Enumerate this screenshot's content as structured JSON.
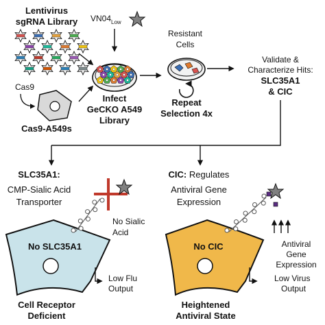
{
  "top": {
    "lentivirus_line1": "Lentivirus",
    "lentivirus_line2": "sgRNA Library",
    "cas9": "Cas9",
    "cas9_cells": "Cas9-A549s",
    "virus_prefix": "VN04",
    "virus_subscript": "Low",
    "infect_line1": "Infect",
    "infect_line2": "GeCKO A549",
    "infect_line3": "Library",
    "resistant_line1": "Resistant",
    "resistant_line2": "Cells",
    "repeat_line1": "Repeat",
    "repeat_line2": "Selection 4x",
    "validate_line1": "Validate &",
    "validate_line2": "Characterize Hits:",
    "hit1": "SLC35A1",
    "hit2": "& CIC"
  },
  "left": {
    "heading": "SLC35A1:",
    "desc_line1": "CMP-Sialic Acid",
    "desc_line2": "Transporter",
    "side_line1": "No Sialic",
    "side_line2": "Acid",
    "cell_label": "No SLC35A1",
    "output_line1": "Low Flu",
    "output_line2": "Output",
    "result_line1": "Cell Receptor",
    "result_line2": "Deficient"
  },
  "right": {
    "heading": "CIC:",
    "heading_rest": "Regulates",
    "desc_line1": "Antiviral Gene",
    "desc_line2": "Expression",
    "side_line1": "Antiviral",
    "side_line2": "Gene",
    "side_line3": "Expression",
    "cell_label": "No CIC",
    "output_line1": "Low Virus",
    "output_line2": "Output",
    "result_line1": "Heightened",
    "result_line2": "Antiviral State"
  },
  "colors": {
    "left_cell": "#c9e3ea",
    "right_cell": "#f0b84a",
    "dish_fill": "#f2f2f2",
    "cross": "#c0392b",
    "virus": "#808080",
    "sialic_tip": "#5a2d82"
  }
}
